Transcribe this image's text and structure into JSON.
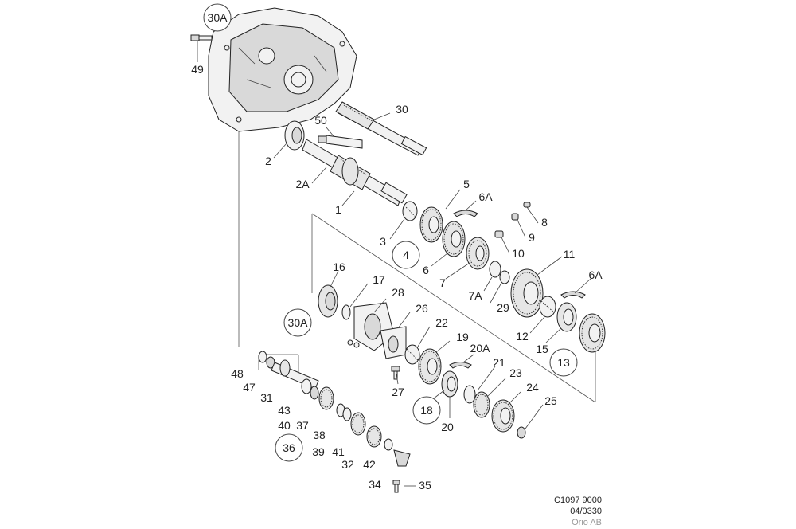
{
  "diagram": {
    "callouts": {
      "c30A_top": "30A",
      "c49": "49",
      "c30": "30",
      "c50": "50",
      "c2": "2",
      "c2A": "2A",
      "c1": "1",
      "c5": "5",
      "c6A_top": "6A",
      "c8": "8",
      "c3": "3",
      "c4": "4",
      "c9": "9",
      "c6": "6",
      "c10": "10",
      "c11": "11",
      "c7": "7",
      "c6A_right": "6A",
      "c7A": "7A",
      "c29": "29",
      "c16": "16",
      "c17": "17",
      "c28": "28",
      "c26": "26",
      "c12": "12",
      "c22": "22",
      "c15": "15",
      "c30A_mid": "30A",
      "c19": "19",
      "c13": "13",
      "c20A": "20A",
      "c48": "48",
      "c21": "21",
      "c47": "47",
      "c23": "23",
      "c27": "27",
      "c31": "31",
      "c24": "24",
      "c43": "43",
      "c18": "18",
      "c25": "25",
      "c40": "40",
      "c37": "37",
      "c20": "20",
      "c38": "38",
      "c36": "36",
      "c39": "39",
      "c41": "41",
      "c32": "32",
      "c42": "42",
      "c34": "34",
      "c35": "35"
    }
  },
  "reference": {
    "code": "C1097 9000",
    "date": "04/0330",
    "publisher": "Orio AB"
  }
}
